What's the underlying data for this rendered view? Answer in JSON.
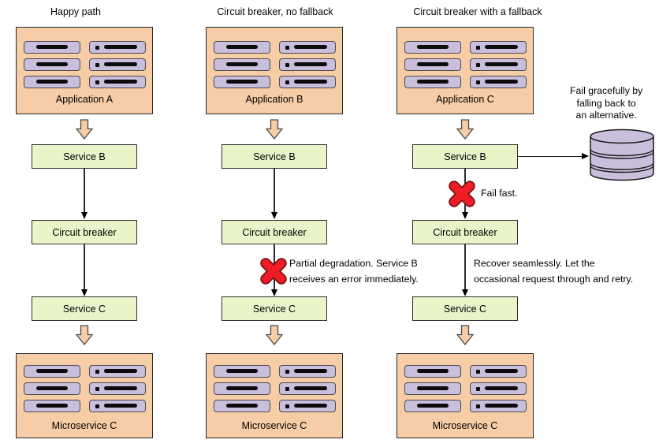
{
  "diagram": {
    "colors": {
      "peach": "#f6cda6",
      "purple": "#c9bfdd",
      "green": "#eaf4c9",
      "x_red": "#ee1c24",
      "x_outline": "#7c1113"
    },
    "columns": [
      {
        "title": "Happy path",
        "app_label": "Application A",
        "service_b": "Service B",
        "circuit_breaker": "Circuit breaker",
        "service_c": "Service C",
        "micro_label": "Microservice C"
      },
      {
        "title": "Circuit breaker, no fallback",
        "app_label": "Application B",
        "service_b": "Service B",
        "circuit_breaker": "Circuit breaker",
        "service_c": "Service C",
        "micro_label": "Microservice C",
        "annotation": "Partial degradation. Service B\nreceives an error immediately."
      },
      {
        "title": "Circuit breaker with a fallback",
        "app_label": "Application C",
        "service_b": "Service B",
        "circuit_breaker": "Circuit breaker",
        "service_c": "Service C",
        "micro_label": "Microservice C",
        "fail_fast": "Fail fast.",
        "recover": "Recover seamlessly. Let the\noccasional request through and retry.",
        "fallback_note": "Fail gracefully by\nfalling back to\nan alternative."
      }
    ]
  }
}
